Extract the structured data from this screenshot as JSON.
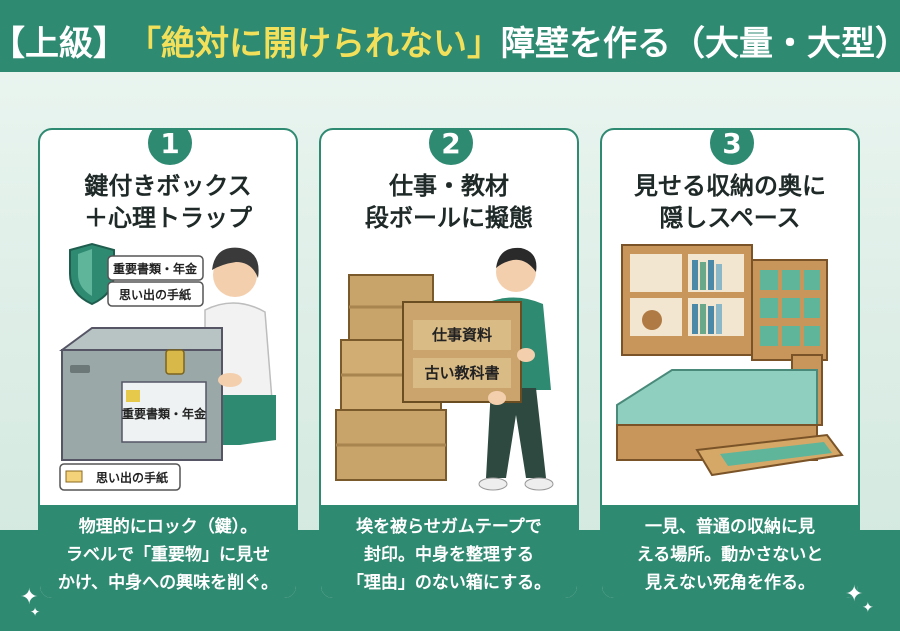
{
  "header": {
    "prefix": "【上級】",
    "highlight": "「絶対に開けられない」",
    "suffix": "障壁を作る（大量・大型）"
  },
  "cards": [
    {
      "number": "1",
      "title_line1": "鍵付きボックス",
      "title_line2": "＋心理トラップ",
      "labels": [
        "重要書類・年金",
        "思い出の手紙",
        "重要書類・年金",
        "思い出の手紙"
      ],
      "desc_line1": "物理的にロック（鍵）。",
      "desc_line2": "ラベルで「重要物」に見せ",
      "desc_line3": "かけ、中身への興味を削ぐ。"
    },
    {
      "number": "2",
      "title_line1": "仕事・教材",
      "title_line2": "段ボールに擬態",
      "labels": [
        "仕事資料",
        "古い教科書"
      ],
      "desc_line1": "埃を被らせガムテープで",
      "desc_line2": "封印。中身を整理する",
      "desc_line3": "「理由」のない箱にする。"
    },
    {
      "number": "3",
      "title_line1": "見せる収納の奥に",
      "title_line2": "隠しスペース",
      "labels": [],
      "desc_line1": "一見、普通の収納に見",
      "desc_line2": "える場所。動かさないと",
      "desc_line3": "見えない死角を作る。"
    }
  ],
  "colors": {
    "teal": "#2f8a72",
    "yellow": "#f2e05a",
    "cardboard": "#c9a46a",
    "wood": "#c8965a"
  }
}
